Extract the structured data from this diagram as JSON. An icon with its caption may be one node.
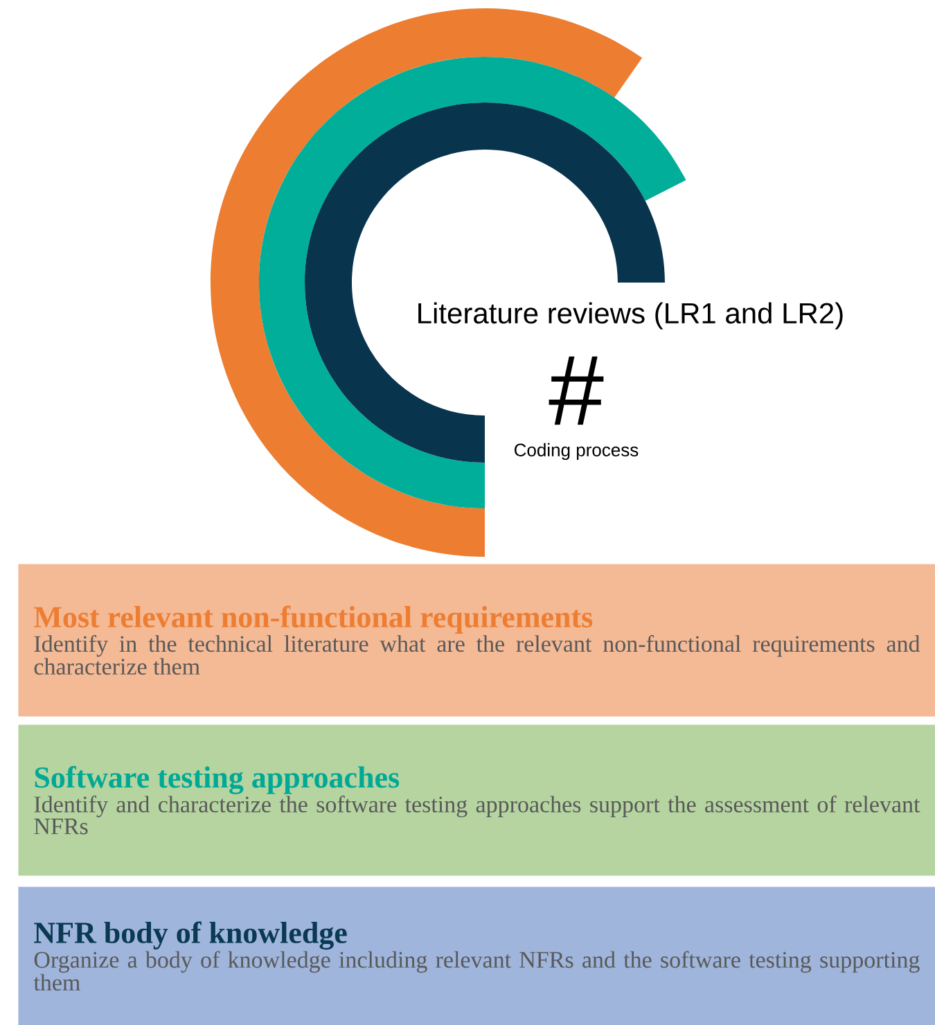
{
  "diagram": {
    "nodes": [
      {
        "text": [
          "Most relevant non-functional requirements",
          "Identify in the technical literature what are the relevant non-functional requirements and characterize them"
        ]
      },
      {
        "text": [
          "Software testing approaches",
          "Identify and characterize the software testing approaches support the assessment of relevant NFRs"
        ]
      },
      {
        "text": [
          "NFR body of knowledge",
          "Organize a body of knowledge including relevant NFRs and the software testing supporting them"
        ]
      }
    ],
    "labels": [
      "Literature reviews (LR1 and LR2)",
      "#",
      "Coding process"
    ]
  }
}
